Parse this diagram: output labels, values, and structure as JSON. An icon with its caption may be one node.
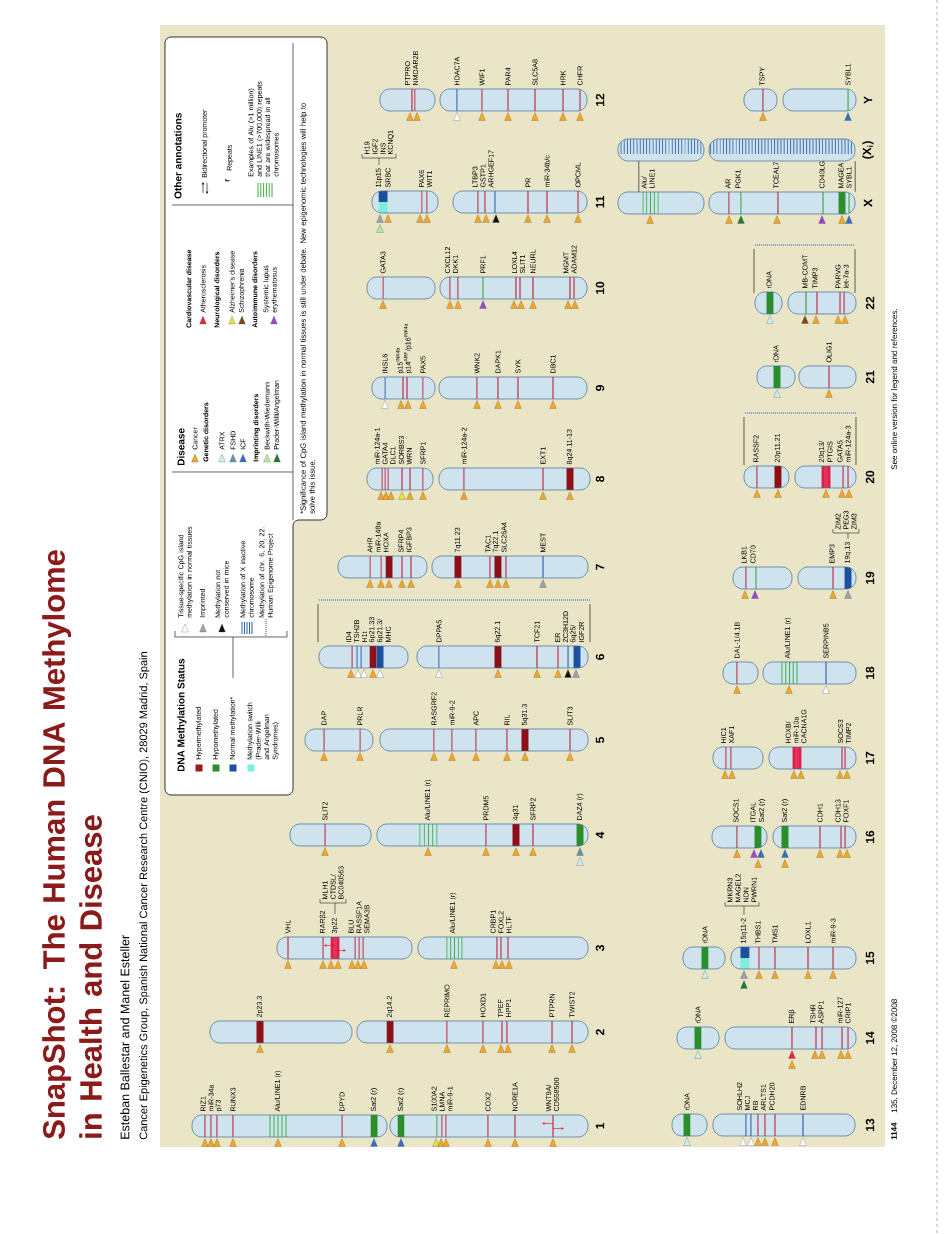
{
  "diagram": {
    "title": "SnapShot: The Human DNA Methylome in Health and Disease",
    "nodes": [
      {
        "text": [
          "1"
        ],
        "beside": [
          "RIZ1",
          "miR-34a",
          "p73",
          "RUNX3",
          "Alu/LINE1 (r)",
          "DPYD",
          "Sat2 (r)",
          "Sat2 (r)",
          "S100A2",
          "LMNA",
          "miR-9-1",
          "COX2",
          "NORE1A",
          "WNT9A/",
          "CD558500"
        ]
      },
      {
        "text": [
          "2"
        ],
        "beside": [
          "2p23.3",
          "2q14.2",
          "REPRIMO",
          "HOXD1",
          "TPEF",
          "HPP1",
          "PTPRN",
          "TWIST2"
        ]
      },
      {
        "text": [
          "3"
        ],
        "beside": [
          "VHL",
          "RARβ2",
          "3p22",
          "MLH1",
          "CTDSL/",
          "BC040563",
          "BLU",
          "RASSF1A",
          "SEMA3B",
          "Alu/LINE1 (r)",
          "CRBP1",
          "FOXL2",
          "HLTF"
        ]
      },
      {
        "text": [
          "4"
        ],
        "beside": [
          "SLIT2",
          "Alu/LINE1 (r)",
          "PRDM5",
          "4q31",
          "SFRP2",
          "DAZ4 (r)"
        ]
      },
      {
        "text": [
          "5"
        ],
        "beside": [
          "DAP",
          "PRLR",
          "RASGRF2",
          "miR-9-2",
          "APC",
          "RIL",
          "5q31.3",
          "SLIT3"
        ]
      },
      {
        "text": [
          "6"
        ],
        "beside": [
          "ID4",
          "TSH2B",
          "H1t",
          "6p21.33",
          "6p21.3/",
          "MHC",
          "DPPA5",
          "6q22.1",
          "TCF21",
          "ER",
          "ZC3H12D",
          "6q25/",
          "IGF2R"
        ]
      },
      {
        "text": [
          "7"
        ],
        "beside": [
          "AHR",
          "miR-148a",
          "HOXA",
          "SFRP4",
          "IGFBP3",
          "7q11.23",
          "TAC1",
          "7q22.1",
          "SLC26A4",
          "MEST"
        ]
      },
      {
        "text": [
          "8"
        ],
        "beside": [
          "miR-124a-1",
          "GATA4",
          "DLC1",
          "SORBS3",
          "WRN",
          "SFRP1",
          "miR-124a-2",
          "EXT1",
          "8q24.11-13"
        ]
      },
      {
        "text": [
          "9"
        ],
        "beside": [
          "INSL6",
          "p15$^{INK4b}$",
          "p14$^{ARF}$/p16$^{INK4a}$",
          "PAX5",
          "WNK2",
          "DAPK1",
          "SYK",
          "DBC1"
        ]
      },
      {
        "text": [
          "10"
        ],
        "beside": [
          "GATA3",
          "CXCL12",
          "DKK1",
          "PRF1",
          "LOXL4",
          "SLIT1",
          "NEURL",
          "MGMT",
          "ADAM12"
        ]
      },
      {
        "text": [
          "11"
        ],
        "beside": [
          "11p15",
          "SRBC",
          "H19",
          "IGF2",
          "INS",
          "KCNQ1",
          "PAX6",
          "WIT1",
          "LTBP3",
          "GSTP1",
          "ARHGEF17",
          "PR",
          "miR-34b/c",
          "OPCML"
        ]
      },
      {
        "text": [
          "12"
        ],
        "beside": [
          "PTPRO",
          "NMDAR2B",
          "HDAC7A",
          "WIF1",
          "PAR4",
          "SLC5A8",
          "HRK",
          "CHFR"
        ]
      },
      {
        "text": [
          "13"
        ],
        "beside": [
          "rDNA",
          "SOHLH2",
          "MCJ",
          "RB",
          "ARLTS1",
          "PCDH20",
          "EDNRB"
        ]
      },
      {
        "text": [
          "14"
        ],
        "beside": [
          "rDNA",
          "ERβ",
          "TSHR",
          "ASPP1",
          "miR-127",
          "CRIP1"
        ]
      },
      {
        "text": [
          "15"
        ],
        "beside": [
          "rDNA",
          "15q11-2",
          "MKRN3",
          "MAGEL2",
          "NDN",
          "PWRN1",
          "THBS1",
          "TMS1",
          "LOXL1",
          "miR-9-3"
        ]
      },
      {
        "text": [
          "16"
        ],
        "beside": [
          "SOCS1",
          "ITGAL",
          "Sat2 (r)",
          "Sat2 (r)",
          "CDH1",
          "CDH13",
          "FOXF1"
        ]
      },
      {
        "text": [
          "17"
        ],
        "beside": [
          "HIC1",
          "XAF1",
          "HOXB/",
          "miR-10a",
          "CACNA1G",
          "SOCS3",
          "TIMP2"
        ]
      },
      {
        "text": [
          "18"
        ],
        "beside": [
          "DAL-1/4.1B",
          "Alu/LINE1 (r)",
          "SERPINB5"
        ]
      },
      {
        "text": [
          "19"
        ],
        "beside": [
          "LKB1",
          "CD70",
          "EMP3",
          "19q.13",
          "ZIM2",
          "PEG3",
          "ZIM3"
        ]
      },
      {
        "text": [
          "20"
        ],
        "beside": [
          "RASSF2",
          "20p11.21",
          "20q13/",
          "PTGIS",
          "GATA5",
          "miR-124a-3"
        ]
      },
      {
        "text": [
          "21"
        ],
        "beside": [
          "rDNA",
          "OLIG1"
        ]
      },
      {
        "text": [
          "22"
        ],
        "beside": [
          "rDNA",
          "MB-COMT",
          "TIMP3",
          "PARVG",
          "let-7a-3"
        ]
      },
      {
        "text": [
          "X"
        ],
        "beside": [
          "Alu/",
          "LINE1",
          "AR",
          "PGK1",
          "TCEAL7",
          "CD40LG",
          "MAGEA",
          "SYBL1"
        ]
      },
      {
        "text": [
          "(X$_{i}$)"
        ]
      },
      {
        "text": [
          "Y"
        ],
        "beside": [
          "TSPY",
          "SYBL1"
        ]
      }
    ],
    "edges": [
      {
        "from": 22,
        "to": 23,
        "arrow": "none"
      },
      {
        "from": 22,
        "to": 23,
        "arrow": "none"
      }
    ],
    "labels": [
      "Esteban Ballestar and Manel Esteller",
      "Cancer Epigenetics Group, Spanish National Cancer Research Centre (CNIO), 28029 Madrid, Spain",
      "DNA Methylation Status",
      "Disease",
      "Genetic disorders",
      "Imprinting disorders",
      "Cardiovascular disease",
      "Neurological disorders",
      "Autoimmune disorders",
      "Other annotations",
      "r",
      "*Significance of CpG island methylation in normal tissues is still under debate. New epigenomic technologies will help to solve this issue.",
      "1144",
      "135, December 12, 2008 ©2008",
      "See online version for legend and references."
    ],
    "legend": [
      {
        "text": "Hypermethylated",
        "color": "#9b1b1b"
      },
      {
        "text": "Hypomethylated",
        "color": "#2e8b2e"
      },
      {
        "text": "Normal methylation*",
        "color": "#1f4fa0"
      },
      {
        "text": "Methylation switch (Prader-Willi and Angelman Syndromes)",
        "color": "#7fecdc"
      },
      {
        "text": "Tissue-specific CpG island methylation in normal tissues"
      },
      {
        "text": "Imprinted"
      },
      {
        "text": "Methylation not conserved in mice"
      },
      {
        "text": "Methylation of X inactive chromosome"
      },
      {
        "text": "Methylation of chr. 6, 20, 22. Human Epigenome Project"
      },
      {
        "text": "Cancer"
      },
      {
        "text": "ATRX"
      },
      {
        "text": "FSHD"
      },
      {
        "text": "ICF"
      },
      {
        "text": "Beckwith-Wiedemann"
      },
      {
        "text": "Prader-Willi/Angelman"
      },
      {
        "text": "Atherosclerosis"
      },
      {
        "text": "Alzheimer's disease"
      },
      {
        "text": "Schizophrenia"
      },
      {
        "text": "Systemic lupus erythematosus"
      },
      {
        "text": "Bidirectional promoter"
      },
      {
        "text": "Repeats"
      },
      {
        "text": "Examples of Alu (>1 million) and LINE1 (>700,000) repeats that are widespread in all chromosomes"
      }
    ]
  }
}
